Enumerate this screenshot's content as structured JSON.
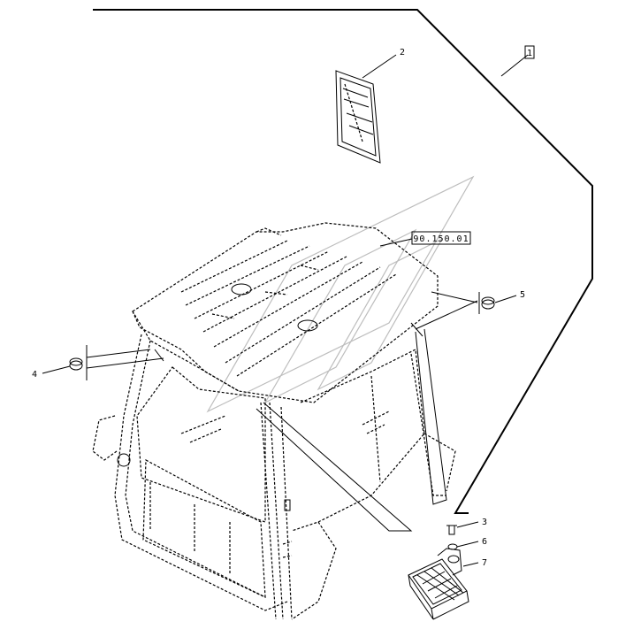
{
  "callouts": [
    {
      "id": "p1",
      "text": "1"
    },
    {
      "id": "p2",
      "text": "2"
    },
    {
      "id": "p3",
      "text": "3"
    },
    {
      "id": "p4",
      "text": "4"
    },
    {
      "id": "p5",
      "text": "5"
    },
    {
      "id": "p6",
      "text": "6"
    },
    {
      "id": "p7",
      "text": "7"
    }
  ],
  "reference": "90.150.01"
}
